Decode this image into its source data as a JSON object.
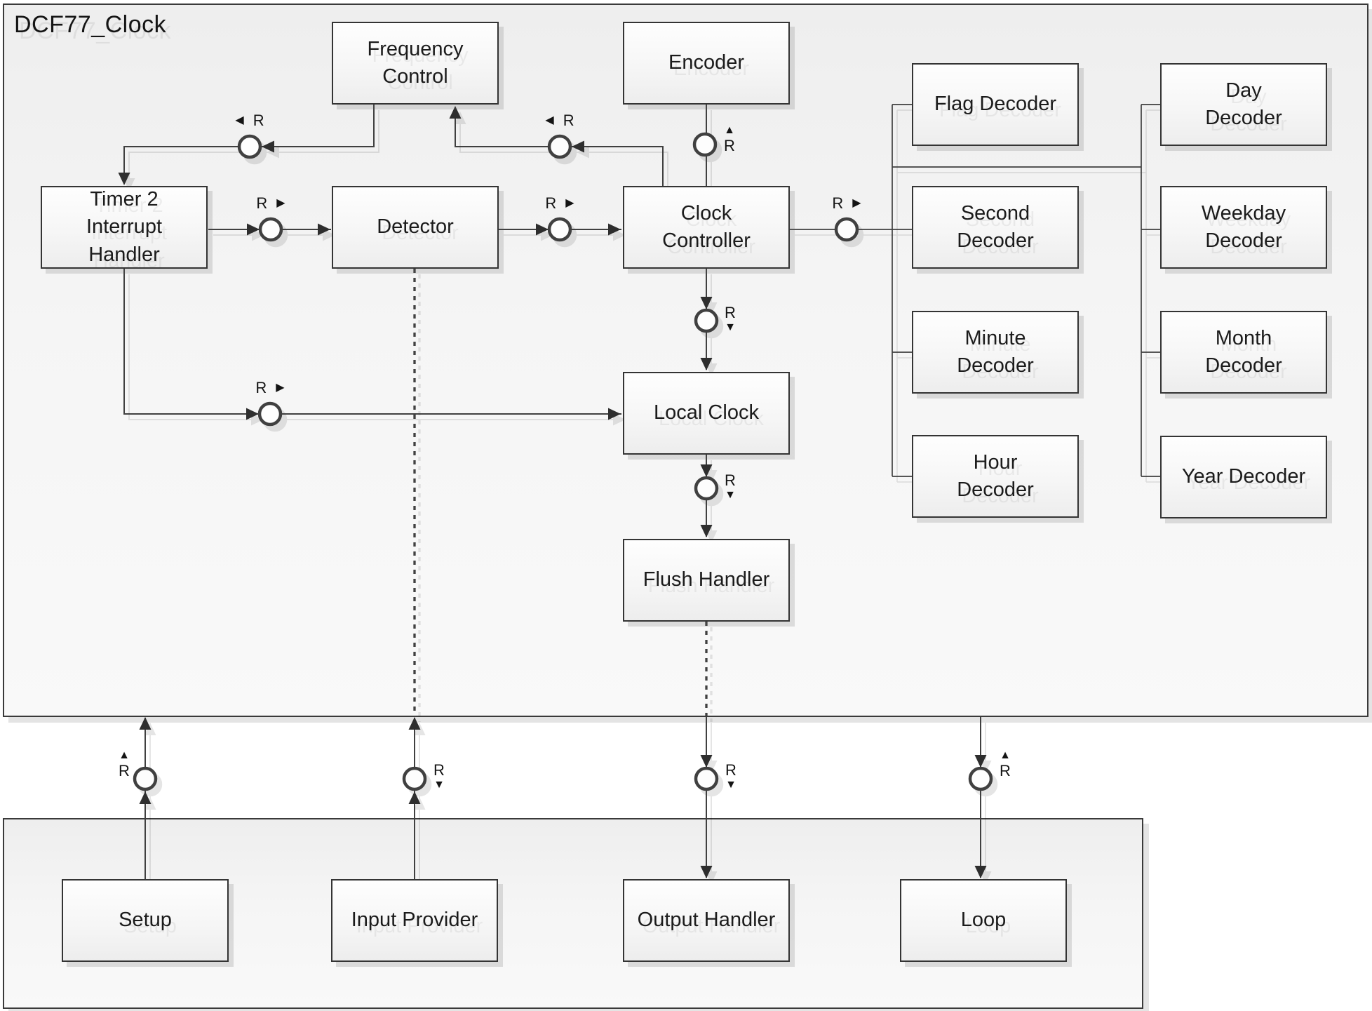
{
  "diagram": {
    "title": "DCF77_Clock"
  },
  "colors": {
    "line": "#3f3f3f",
    "box_border": "#343434",
    "arrow_fill": "#2e2e2e",
    "port_fill": "#fdfdfd",
    "container_fill": "#f2f2f2",
    "text": "#1b1b1b"
  },
  "nodes": {
    "freq_control": {
      "label": "Frequency\nControl"
    },
    "encoder": {
      "label": "Encoder"
    },
    "timer2": {
      "label": "Timer 2\nInterrupt\nHandler"
    },
    "detector": {
      "label": "Detector"
    },
    "clock_controller": {
      "label": "Clock\nController"
    },
    "local_clock": {
      "label": "Local Clock"
    },
    "flush_handler": {
      "label": "Flush Handler"
    },
    "flag_decoder": {
      "label": "Flag Decoder"
    },
    "day_decoder": {
      "label": "Day\nDecoder"
    },
    "second_decoder": {
      "label": "Second\nDecoder"
    },
    "weekday_decoder": {
      "label": "Weekday\nDecoder"
    },
    "minute_decoder": {
      "label": "Minute\nDecoder"
    },
    "month_decoder": {
      "label": "Month\nDecoder"
    },
    "hour_decoder": {
      "label": "Hour\nDecoder"
    },
    "year_decoder": {
      "label": "Year Decoder"
    },
    "setup": {
      "label": "Setup"
    },
    "input_provider": {
      "label": "Input Provider"
    },
    "output_handler": {
      "label": "Output Handler"
    },
    "loop": {
      "label": "Loop"
    }
  },
  "ports": {
    "p_fc_timer": {
      "glyph": "◀",
      "label": "R"
    },
    "p_cc_fc": {
      "glyph": "◀",
      "label": "R"
    },
    "p_timer_det": {
      "glyph": "▶",
      "label": "R"
    },
    "p_det_cc": {
      "glyph": "▶",
      "label": "R"
    },
    "p_cc_dec": {
      "glyph": "▶",
      "label": "R"
    },
    "p_timer_lc": {
      "glyph": "▶",
      "label": "R"
    },
    "p_enc_cc": {
      "glyph": "▲",
      "label": "R"
    },
    "p_cc_lc": {
      "glyph": "▼",
      "label": "R"
    },
    "p_lc_flush": {
      "glyph": "▼",
      "label": "R"
    },
    "p_setup": {
      "glyph": "▲",
      "label": "R"
    },
    "p_input": {
      "glyph": "▼",
      "label": "R"
    },
    "p_output": {
      "glyph": "▼",
      "label": "R"
    },
    "p_loop": {
      "glyph": "▲",
      "label": "R"
    }
  }
}
